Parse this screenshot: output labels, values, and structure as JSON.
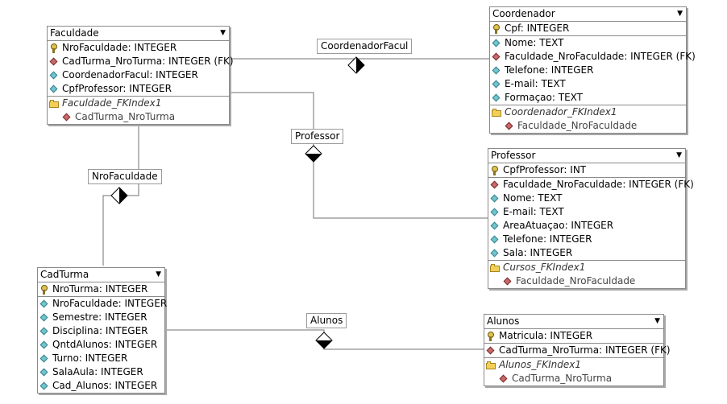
{
  "tables": {
    "faculdade": {
      "title": "Faculdade",
      "columns": [
        {
          "text": "NroFaculdade: INTEGER"
        },
        {
          "text": "CadTurma_NroTurma: INTEGER (FK)"
        },
        {
          "text": "CoordenadorFacul: INTEGER"
        },
        {
          "text": "CpfProfessor: INTEGER"
        }
      ],
      "index": {
        "name": "Faculdade_FKIndex1",
        "field": "CadTurma_NroTurma"
      }
    },
    "coordenador": {
      "title": "Coordenador",
      "columns": [
        {
          "text": "Cpf: INTEGER"
        },
        {
          "text": "Nome: TEXT"
        },
        {
          "text": "Faculdade_NroFaculdade: INTEGER (FK)"
        },
        {
          "text": "Telefone: INTEGER"
        },
        {
          "text": "E-mail: TEXT"
        },
        {
          "text": "Formaçao: TEXT"
        }
      ],
      "index": {
        "name": "Coordenador_FKIndex1",
        "field": "Faculdade_NroFaculdade"
      }
    },
    "professor": {
      "title": "Professor",
      "columns": [
        {
          "text": "CpfProfessor: INT"
        },
        {
          "text": "Faculdade_NroFaculdade: INTEGER (FK)"
        },
        {
          "text": "Nome: TEXT"
        },
        {
          "text": "E-mail: TEXT"
        },
        {
          "text": "AreaAtuaçao: INTEGER"
        },
        {
          "text": "Telefone: INTEGER"
        },
        {
          "text": "Sala: INTEGER"
        }
      ],
      "index": {
        "name": "Cursos_FKIndex1",
        "field": "Faculdade_NroFaculdade"
      }
    },
    "cadturma": {
      "title": "CadTurma",
      "columns": [
        {
          "text": "NroTurma: INTEGER"
        },
        {
          "text": "NroFaculdade: INTEGER"
        },
        {
          "text": "Semestre: INTEGER"
        },
        {
          "text": "Disciplina: INTEGER"
        },
        {
          "text": "QntdAlunos: INTEGER"
        },
        {
          "text": "Turno: INTEGER"
        },
        {
          "text": "SalaAula: INTEGER"
        },
        {
          "text": "Cad_Alunos: INTEGER"
        }
      ]
    },
    "alunos": {
      "title": "Alunos",
      "columns": [
        {
          "text": "Matricula: INTEGER"
        },
        {
          "text": "CadTurma_NroTurma: INTEGER (FK)"
        }
      ],
      "index": {
        "name": "Alunos_FKIndex1",
        "field": "CadTurma_NroTurma"
      }
    }
  },
  "relationships": {
    "coordenador_facul": "CoordenadorFacul",
    "professor": "Professor",
    "nro_faculdade": "NroFaculdade",
    "alunos": "Alunos"
  },
  "colors": {
    "attribute_icon": "#6fc6cf",
    "foreign_key_icon": "#c96a6a",
    "primary_key_icon": "#e0c050",
    "index_folder": "#f2cf59",
    "border": "#8a8a8a"
  }
}
